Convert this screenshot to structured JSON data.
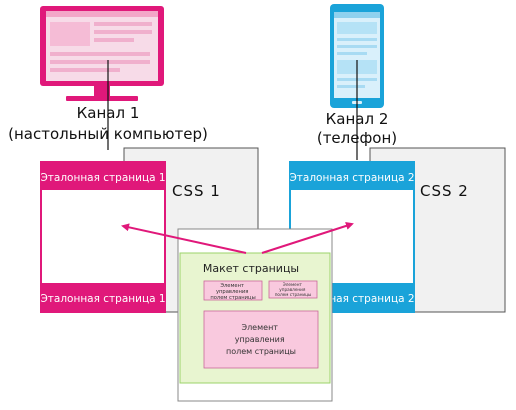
{
  "channel1": {
    "title": "Канал 1",
    "subtitle": "(настольный компьютер)",
    "css_label": "CSS   1",
    "page_label_top": "Эталонная страница 1",
    "page_label_bottom": "Эталонная страница 1",
    "color": "#e0187a",
    "device": "monitor-icon"
  },
  "channel2": {
    "title": "Канал 2",
    "subtitle": "(телефон)",
    "css_label": "CSS   2",
    "page_label_top": "Эталонная страница 2",
    "page_label_bottom": "Эталонная страница 2",
    "color": "#1aa3d9",
    "device": "phone-icon"
  },
  "layout": {
    "title": "Макет страницы",
    "field_control_1": [
      "Элемент",
      "управления",
      "полем страницы"
    ],
    "field_control_2": [
      "Элемент",
      "управления",
      "полем страницы"
    ],
    "field_control_3": [
      "Элемент",
      "управления",
      "полем страницы"
    ],
    "fill_color": "#e8f5d0",
    "border_color": "#9bd36a",
    "control_color": "#f9c9de"
  }
}
